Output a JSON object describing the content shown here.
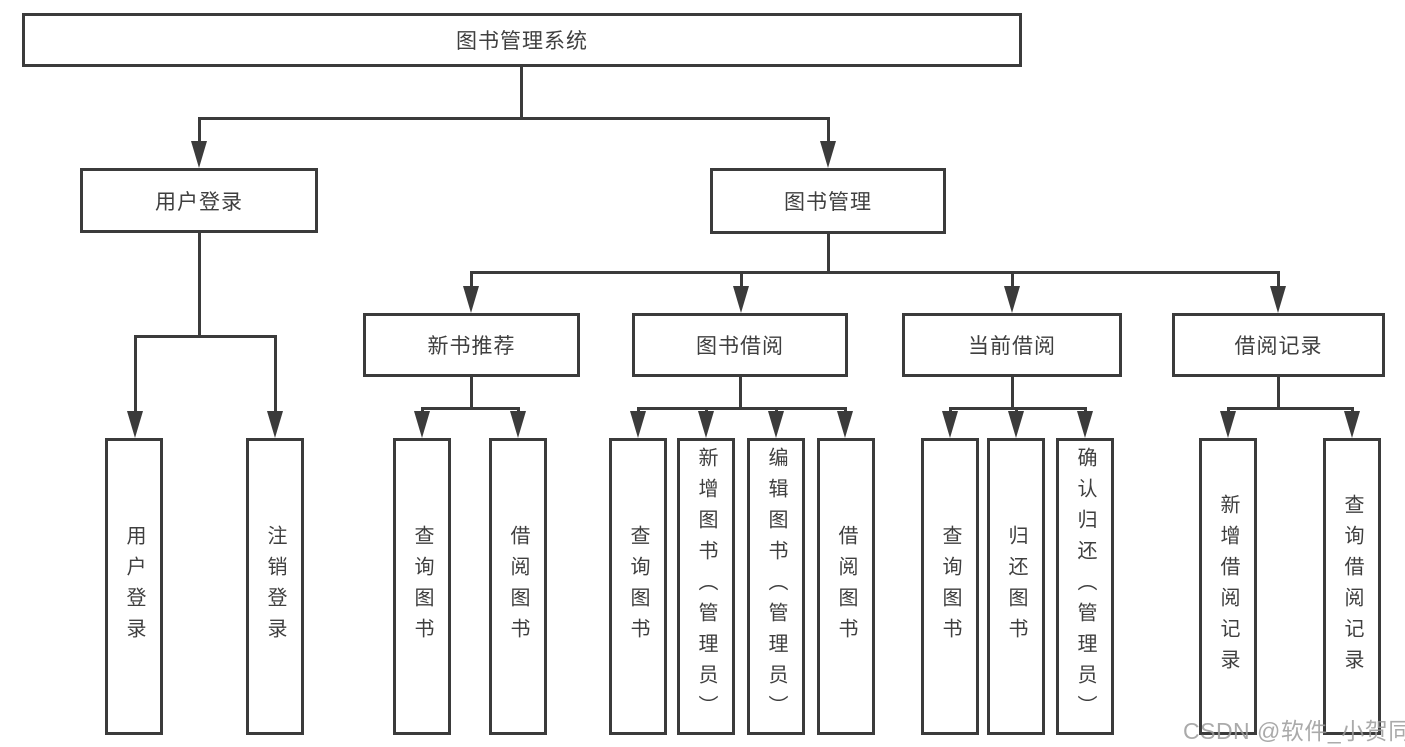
{
  "diagram": {
    "root": "图书管理系统",
    "user_login": {
      "label": "用户登录",
      "children": [
        "用户登录",
        "注销登录"
      ]
    },
    "book_mgmt": {
      "label": "图书管理",
      "groups": [
        {
          "label": "新书推荐",
          "children": [
            "查询图书",
            "借阅图书"
          ]
        },
        {
          "label": "图书借阅",
          "children": [
            "查询图书",
            "新增图书（管理员）",
            "编辑图书（管理员）",
            "借阅图书"
          ]
        },
        {
          "label": "当前借阅",
          "children": [
            "查询图书",
            "归还图书",
            "确认归还（管理员）"
          ]
        },
        {
          "label": "借阅记录",
          "children": [
            "新增借阅记录",
            "查询借阅记录"
          ]
        }
      ]
    }
  },
  "watermark": "CSDN @软件_小贺同学",
  "colors": {
    "line": "#3b3b3b",
    "text": "#3f3f3f",
    "watermark": "#9c9c9c",
    "background": "#ffffff"
  }
}
